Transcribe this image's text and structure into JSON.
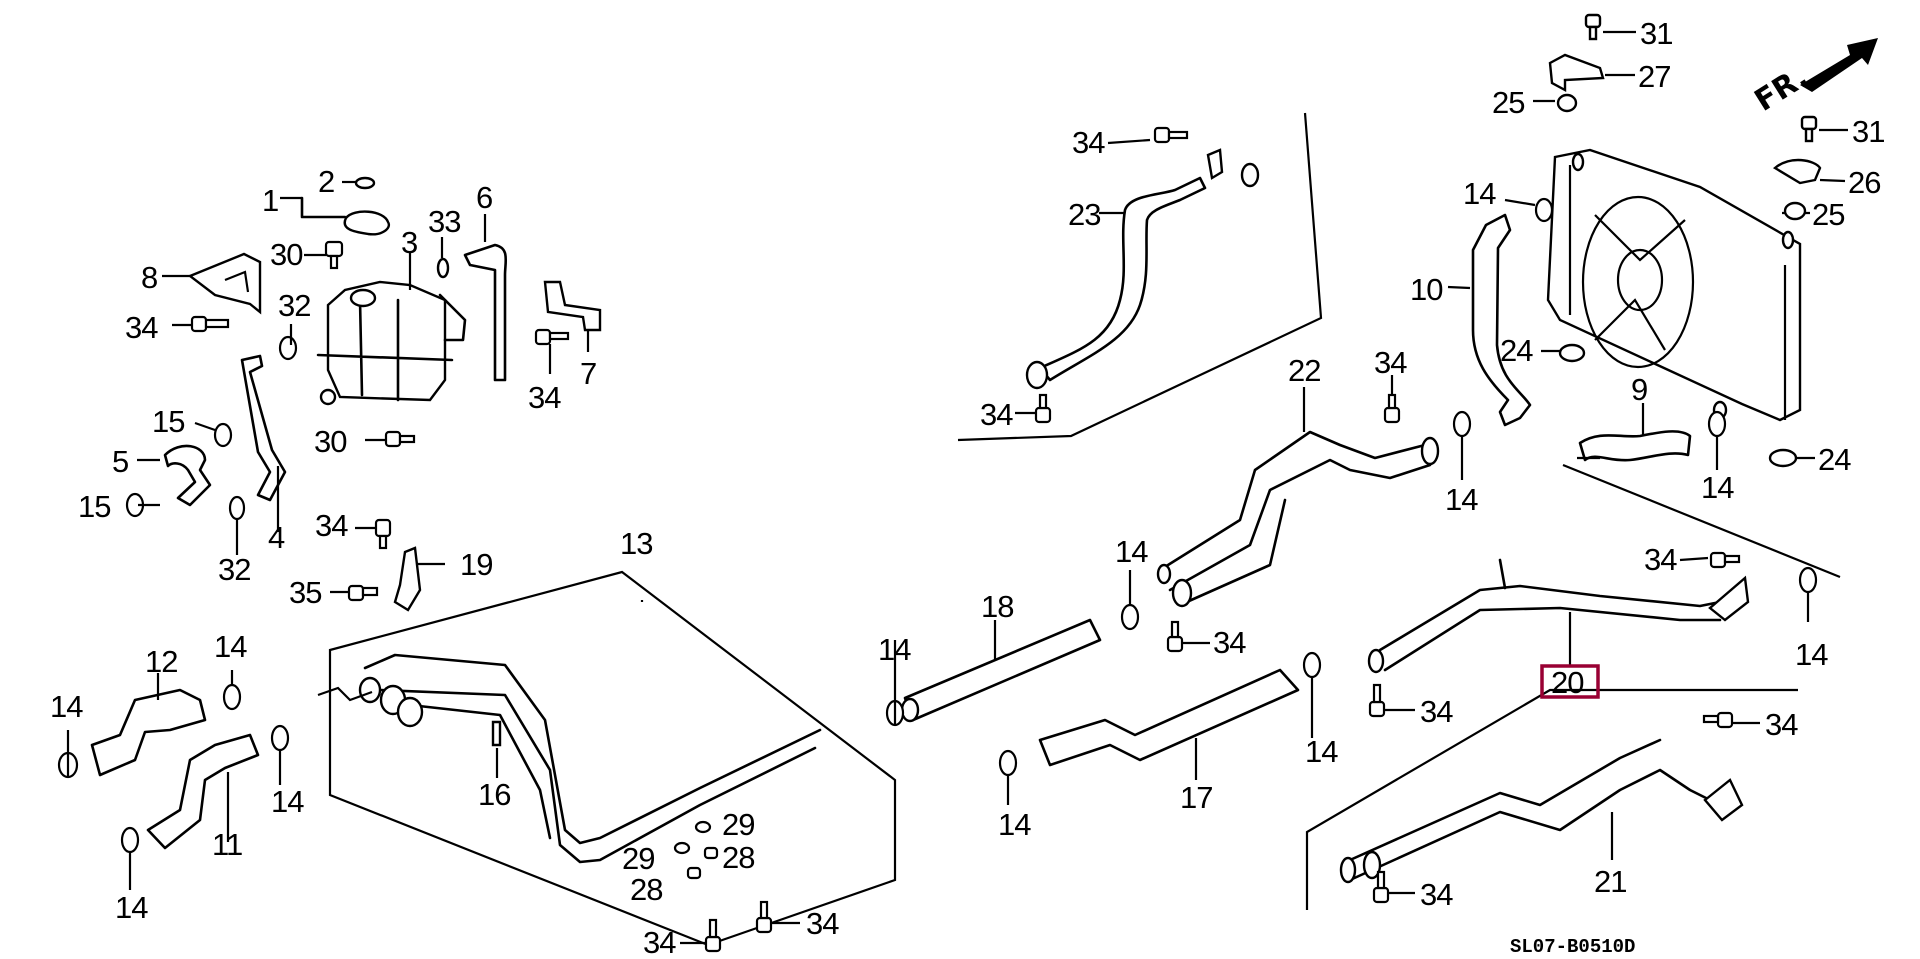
{
  "diagram": {
    "title_code": "SL07-B0510D",
    "orientation_label": "FR.",
    "highlight_color": "#990033",
    "selected_part": "20",
    "callouts": [
      {
        "id": "c1",
        "text": "1"
      },
      {
        "id": "c2",
        "text": "2"
      },
      {
        "id": "c3",
        "text": "3"
      },
      {
        "id": "c4",
        "text": "4"
      },
      {
        "id": "c5",
        "text": "5"
      },
      {
        "id": "c6",
        "text": "6"
      },
      {
        "id": "c7",
        "text": "7"
      },
      {
        "id": "c8",
        "text": "8"
      },
      {
        "id": "c9",
        "text": "9"
      },
      {
        "id": "c10",
        "text": "10"
      },
      {
        "id": "c11",
        "text": "11"
      },
      {
        "id": "c12",
        "text": "12"
      },
      {
        "id": "c13",
        "text": "13"
      },
      {
        "id": "c16",
        "text": "16"
      },
      {
        "id": "c17",
        "text": "17"
      },
      {
        "id": "c18",
        "text": "18"
      },
      {
        "id": "c19",
        "text": "19"
      },
      {
        "id": "c20",
        "text": "20"
      },
      {
        "id": "c21",
        "text": "21"
      },
      {
        "id": "c22",
        "text": "22"
      },
      {
        "id": "c23",
        "text": "23"
      }
    ],
    "labels": {
      "l1": "1",
      "l2": "2",
      "l3": "3",
      "l4": "4",
      "l5": "5",
      "l6": "6",
      "l7": "7",
      "l8": "8",
      "l9": "9",
      "l10": "10",
      "l11": "11",
      "l12": "12",
      "l13": "13",
      "l16": "16",
      "l17": "17",
      "l18": "18",
      "l19": "19",
      "l20": "20",
      "l21": "21",
      "l22": "22",
      "l23": "23",
      "l14": "14",
      "l15": "15",
      "l24": "24",
      "l25": "25",
      "l26": "26",
      "l27": "27",
      "l28": "28",
      "l29": "29",
      "l30": "30",
      "l31": "31",
      "l32": "32",
      "l33": "33",
      "l34": "34",
      "l35": "35"
    }
  }
}
